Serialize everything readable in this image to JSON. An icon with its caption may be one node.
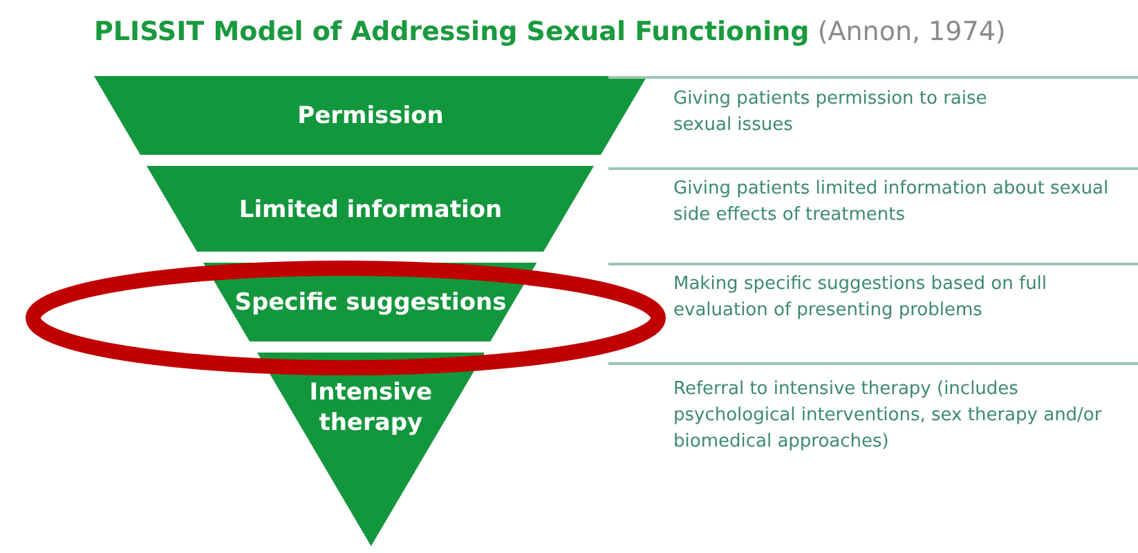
{
  "diagram": {
    "title": "**PLISSIT Model of Addressing Sexual Functioning** (Annon, 1974)",
    "nodes": [
      {
        "text": [
          "Permission"
        ]
      },
      {
        "text": [
          "Limited information"
        ]
      },
      {
        "text": [
          "Specific suggestions"
        ]
      },
      {
        "text": [
          "Intensive therapy"
        ]
      }
    ],
    "labels": [
      "Giving patients permission to raise sexual issues",
      "Giving patients limited information about sexual side effects of treatments",
      "Making specific suggestions based on full evaluation of presenting problems",
      "Referral to intensive therapy (includes psychological interventions, sex therapy and/or biomedical approaches)"
    ]
  }
}
